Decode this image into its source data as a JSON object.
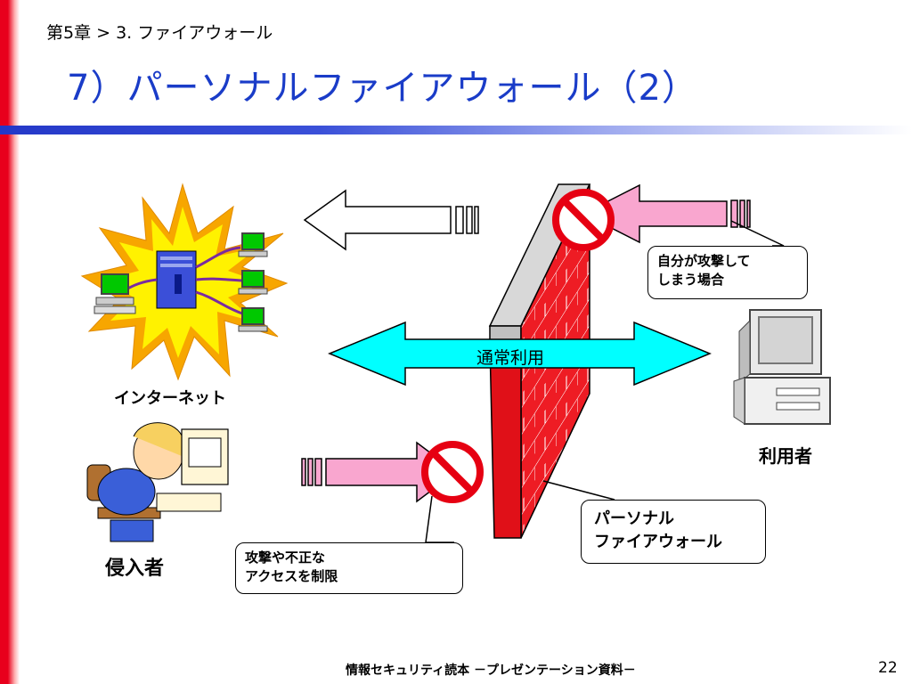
{
  "header": {
    "breadcrumb": "第5章 > 3. ファイアウォール",
    "title": "7）パーソナルファイアウォール（2）"
  },
  "diagram": {
    "internet_label": "インターネット",
    "user_label": "利用者",
    "intruder_label": "侵入者",
    "normal_use_label": "通常利用",
    "callout_self": {
      "line1": "自分が攻撃して",
      "line2": "しまう場合"
    },
    "callout_attack": {
      "line1": "攻撃や不正な",
      "line2": "アクセスを制限"
    },
    "callout_firewall": {
      "line1": "パーソナル",
      "line2": "ファイアウォール"
    }
  },
  "footer": {
    "text": "情報セキュリティ読本 －プレゼンテーション資料－",
    "page": "22"
  },
  "colors": {
    "accent_red": "#e8001c",
    "title_blue": "#1a3cc8",
    "arrow_pink": "#f9a6cf",
    "arrow_cyan": "#00ffff",
    "wall_red": "#ee1c24",
    "burst_yellow": "#fff200",
    "burst_orange": "#f7a600"
  }
}
